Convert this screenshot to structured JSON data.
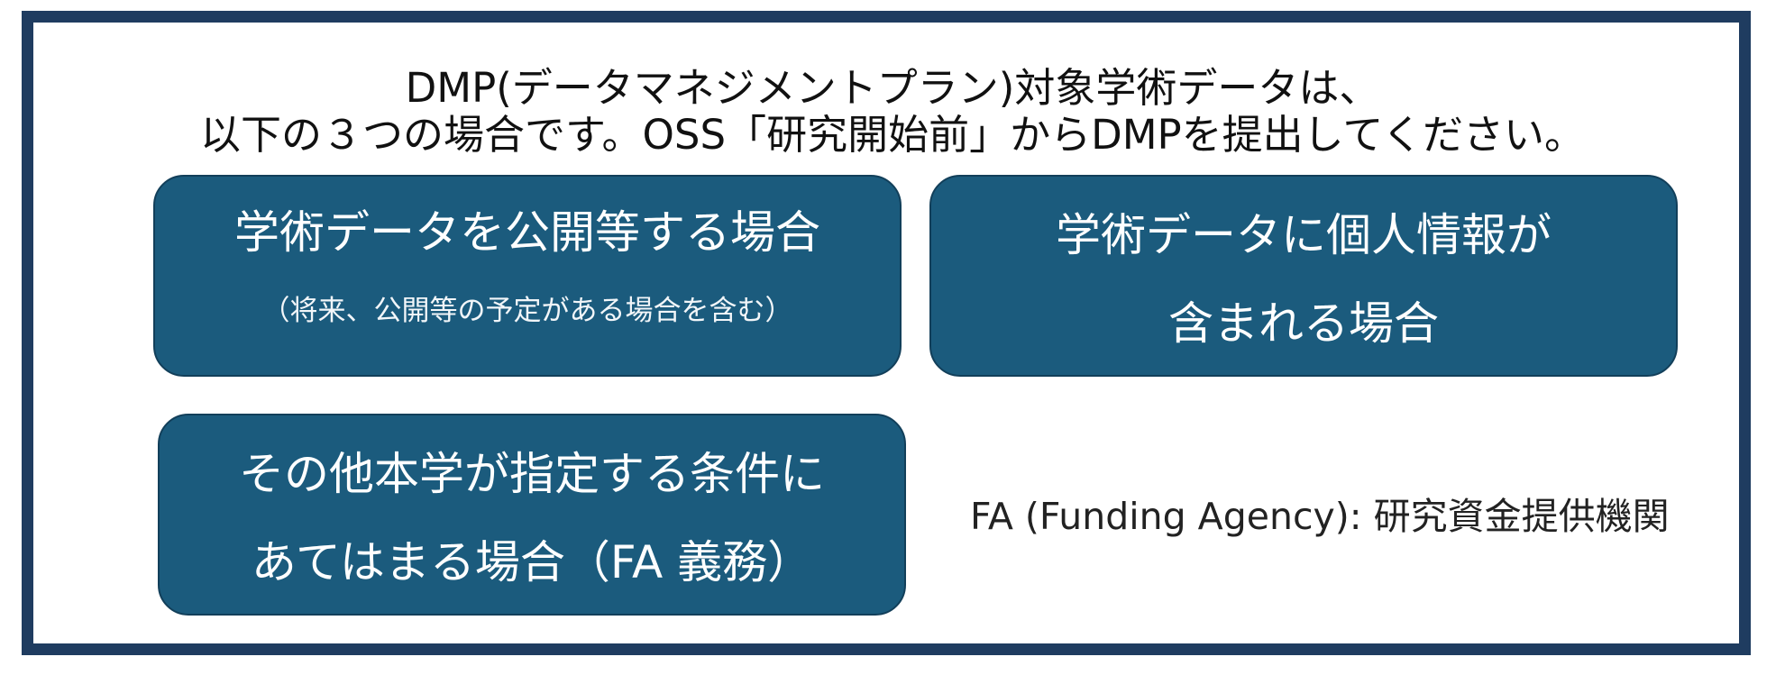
{
  "heading": {
    "line1": "DMP(データマネジメントプラン)対象学術データは、",
    "line2": "以下の３つの場合です。OSS「研究開始前」からDMPを提出してください。"
  },
  "cases": [
    {
      "line1": "学術データを公開等する場合",
      "line2": "（将来、公開等の予定がある場合を含む）"
    },
    {
      "line1": "学術データに個人情報が",
      "line2": "含まれる場合"
    },
    {
      "line1": "その他本学が指定する条件に",
      "line2": "あてはまる場合（FA 義務）"
    }
  ],
  "footnote": "FA (Funding Agency): 研究資金提供機関",
  "colors": {
    "border": "#1f3c60",
    "box_fill": "#1b5b7d",
    "box_text": "#ffffff",
    "text": "#111111"
  }
}
